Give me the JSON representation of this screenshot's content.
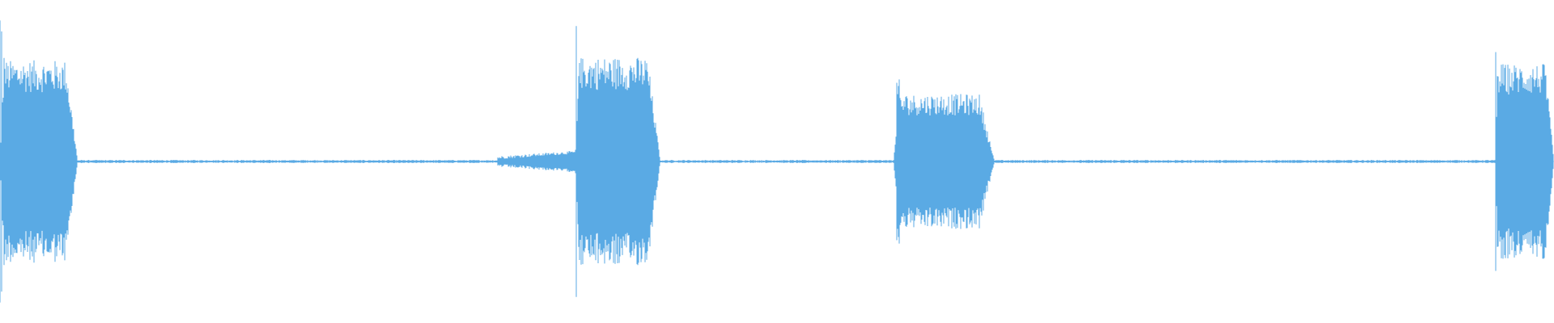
{
  "waveform": {
    "color": "#5aaae4",
    "baseline_amplitude": 0.01,
    "segments": [
      {
        "start": 0.0,
        "end": 0.05,
        "peak": 0.92,
        "body": 0.6
      },
      {
        "start": 0.32,
        "end": 0.37,
        "peak": 0.08,
        "body": 0.05,
        "ramp": true
      },
      {
        "start": 0.37,
        "end": 0.425,
        "peak": 0.9,
        "body": 0.62
      },
      {
        "start": 0.575,
        "end": 0.64,
        "peak": 0.55,
        "body": 0.4
      },
      {
        "start": 0.962,
        "end": 1.0,
        "peak": 0.78,
        "body": 0.58
      }
    ]
  }
}
